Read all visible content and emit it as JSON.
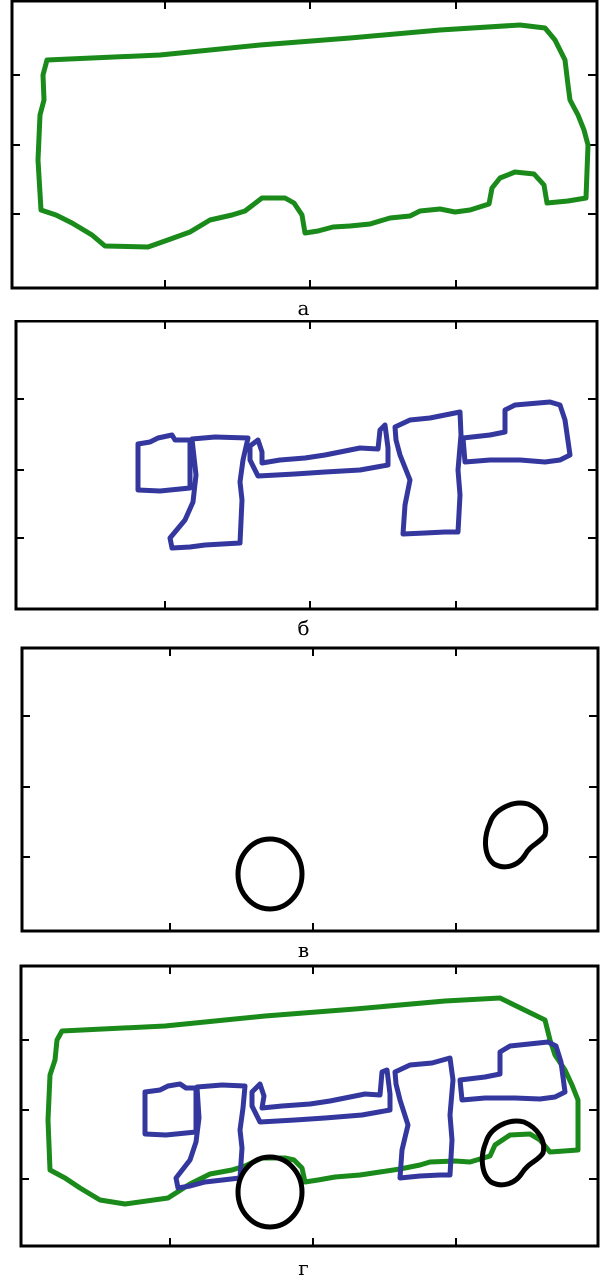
{
  "panels": [
    {
      "caption": "а",
      "outline_color": "#1a8a1a",
      "shape": "bus-body-outline"
    },
    {
      "caption": "б",
      "outline_color": "#33379e",
      "shape": "windows-and-doors-outline"
    },
    {
      "caption": "в",
      "outline_color": "#000000",
      "shape": "wheels-outline"
    },
    {
      "caption": "г",
      "shape": "combined-outline",
      "layers": [
        "bus-body-outline",
        "windows-and-doors-outline",
        "wheels-outline"
      ]
    }
  ],
  "colors": {
    "body": "#1a8a1a",
    "windows": "#33379e",
    "wheels": "#000000",
    "frame": "#000000"
  }
}
